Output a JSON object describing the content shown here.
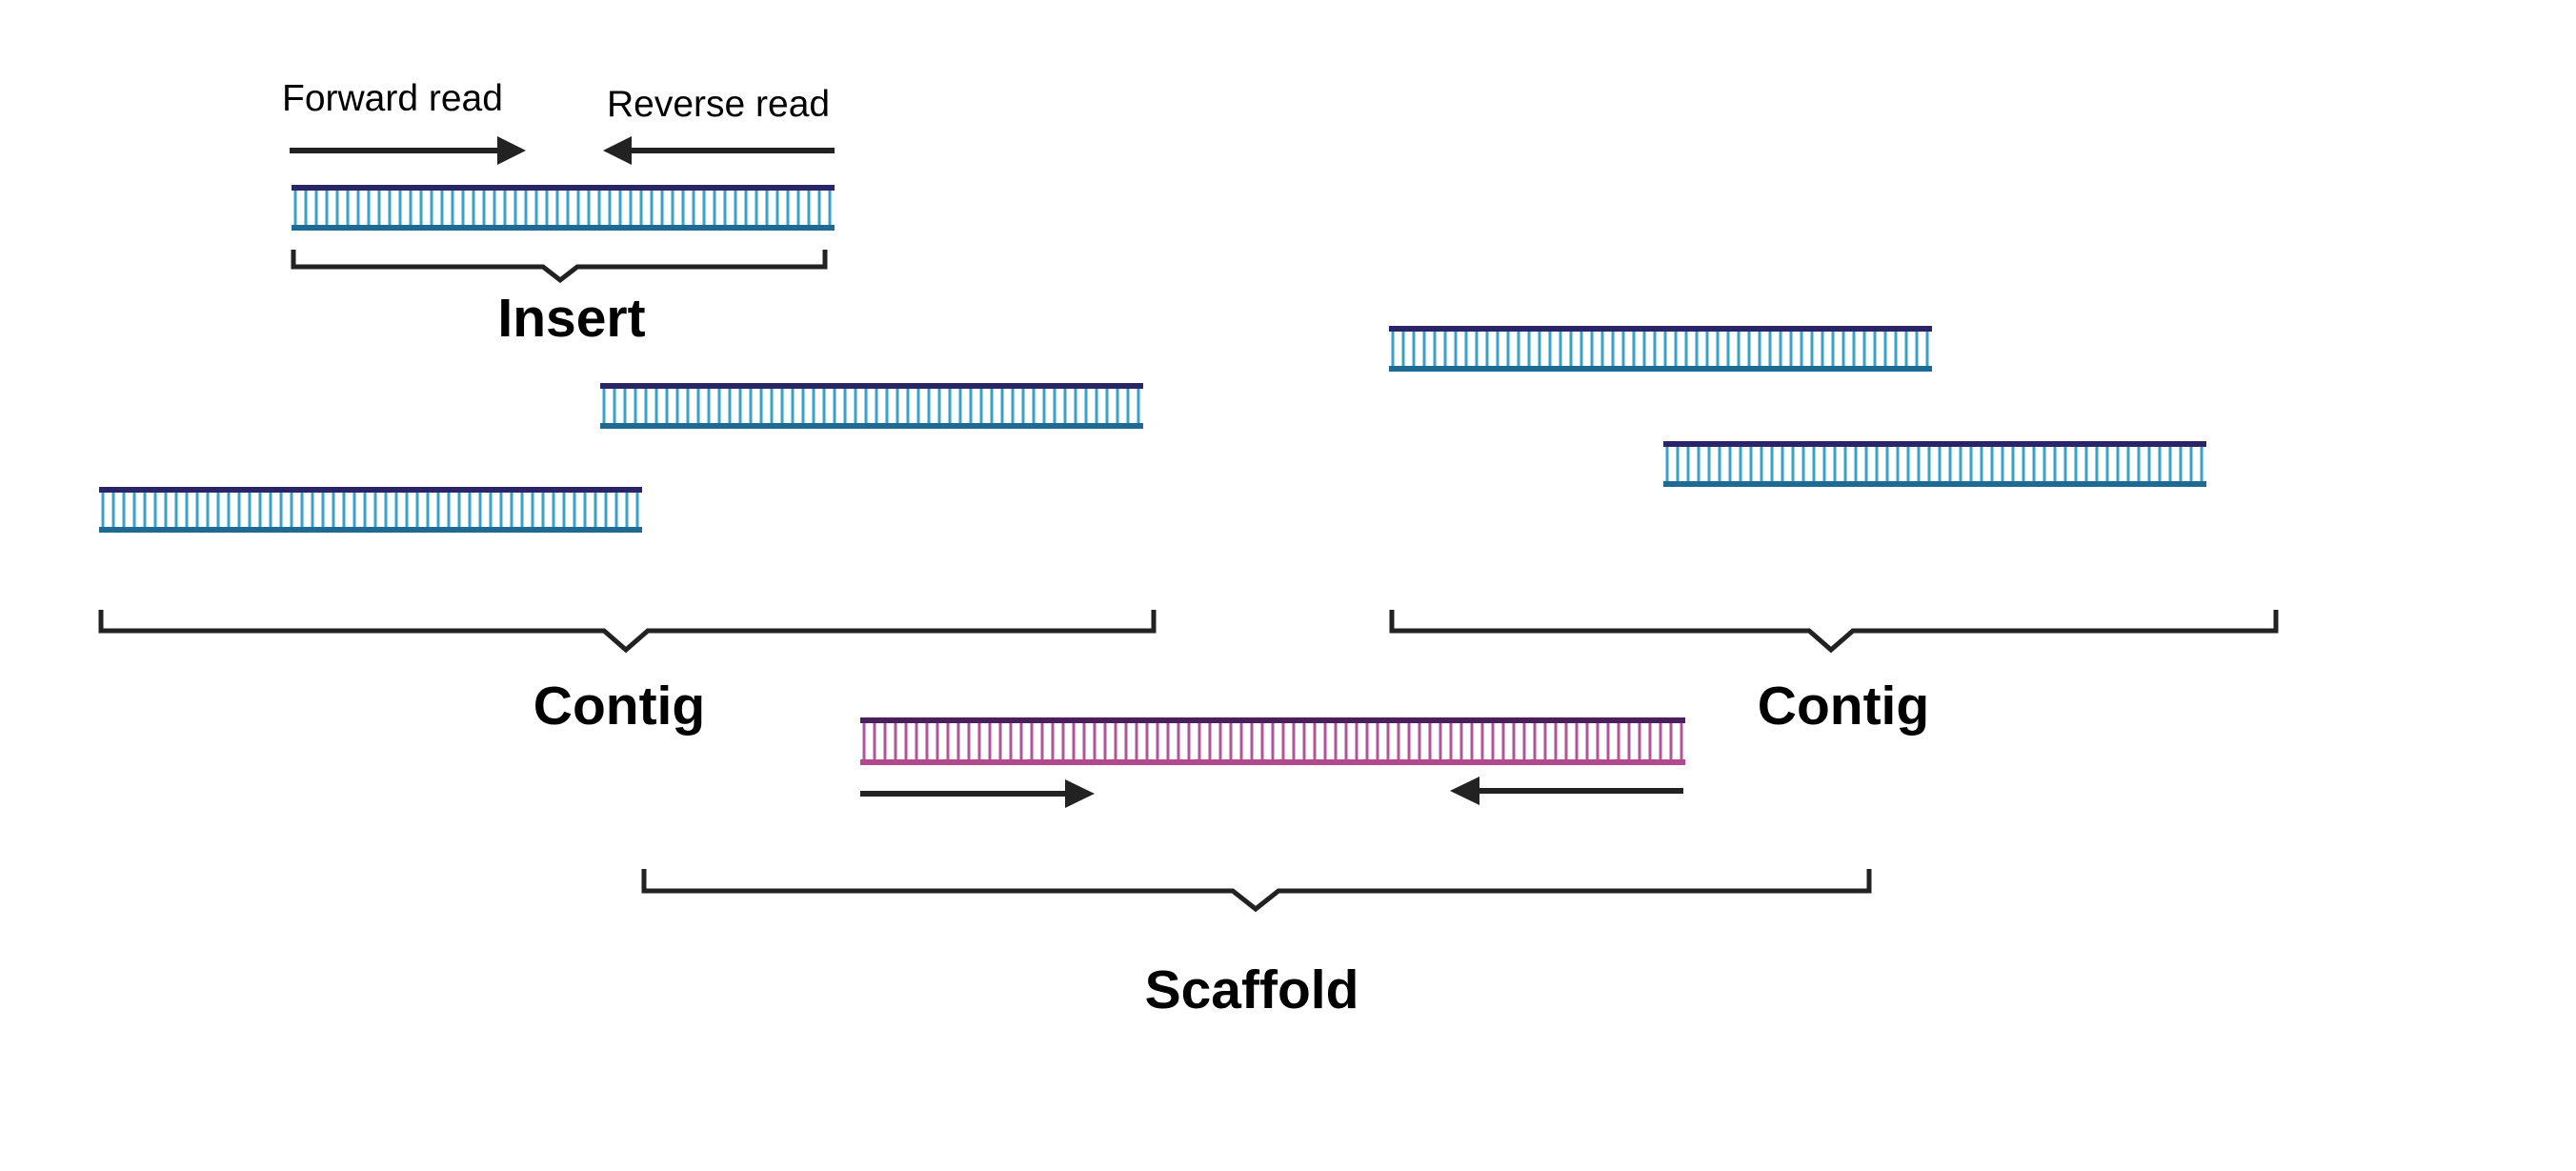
{
  "labels": {
    "forward_read": "Forward read",
    "reverse_read": "Reverse read",
    "insert": "Insert",
    "contig_left": "Contig",
    "contig_right": "Contig",
    "scaffold": "Scaffold"
  },
  "colors": {
    "background": "#ffffff",
    "text": "#000000",
    "arrow": "#222222",
    "bracket": "#222222",
    "dna_top_strand": "#2a2566",
    "dna_bottom_strand": "#1f6a93",
    "dna_rungs": "#3aa2c9",
    "scaffold_top_strand": "#4a1f5c",
    "scaffold_bottom_strand": "#b2498f",
    "scaffold_rungs": "#b05598"
  },
  "icons": {
    "dna_fragment": "double-stranded-dna-fragment-icon",
    "scaffold_fragment": "double-stranded-dna-scaffold-icon",
    "forward_arrow": "arrow-right-icon",
    "reverse_arrow": "arrow-left-icon",
    "bracket": "curly-bracket-icon"
  }
}
